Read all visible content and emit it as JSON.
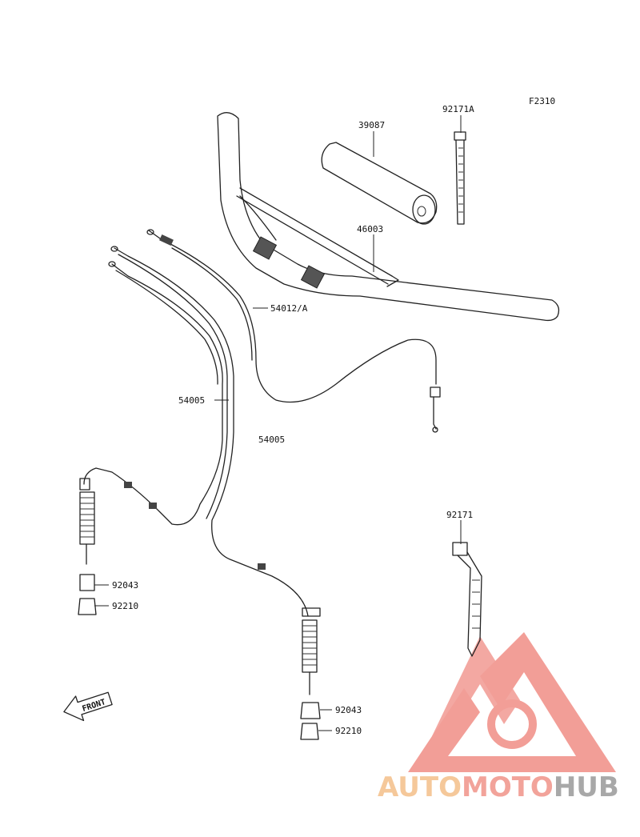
{
  "figure_code": "F2310",
  "parts": {
    "grip": "39087",
    "tie_band_a": "92171A",
    "handlebar": "46003",
    "throttle_cable": "54012/A",
    "brake_cable_left": "54005",
    "brake_cable_right": "54005",
    "cap_left": "92043",
    "boot_left": "92210",
    "tie_band": "92171",
    "cap_right": "92043",
    "boot_right": "92210"
  },
  "front_label": "FRONT",
  "watermark": {
    "part1": "AUTO",
    "part2": "MOTO",
    "part3": "HUB",
    "colors": {
      "auto": "#f5c89a",
      "moto": "#f2a39a",
      "hub": "#a8a8a8",
      "triangle": "#f08e86"
    }
  }
}
